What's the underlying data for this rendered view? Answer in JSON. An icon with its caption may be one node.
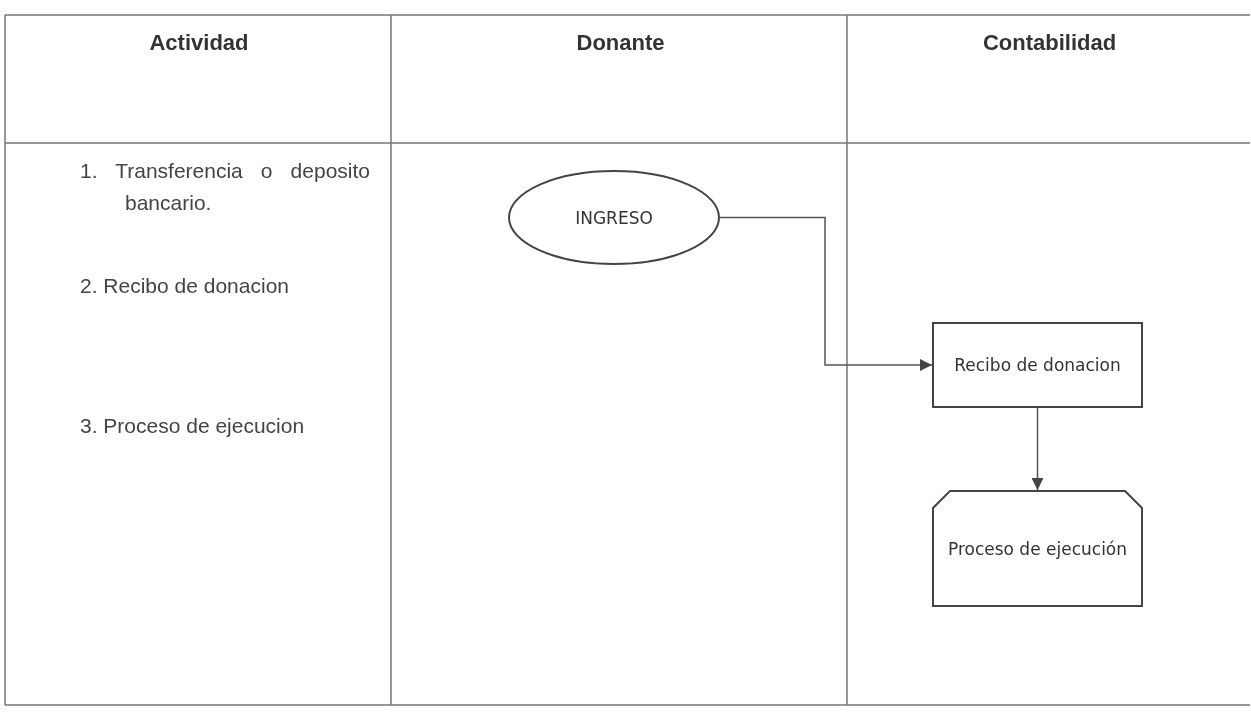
{
  "diagram": {
    "nodes": [
      {
        "text": [
          "INGRESO"
        ]
      },
      {
        "text": [
          "Recibo de donacion"
        ]
      },
      {
        "text": [
          "Proceso de ejecución"
        ]
      }
    ],
    "edges": [
      {
        "from": 0,
        "to": 1,
        "arrow": "to"
      },
      {
        "from": 1,
        "to": 2,
        "arrow": "to"
      }
    ],
    "labels": [
      "Actividad",
      "Donante",
      "Contabilidad",
      "1. Transferencia o deposito bancario.",
      "2. Recibo de donacion",
      "3. Proceso de ejecucion"
    ]
  }
}
